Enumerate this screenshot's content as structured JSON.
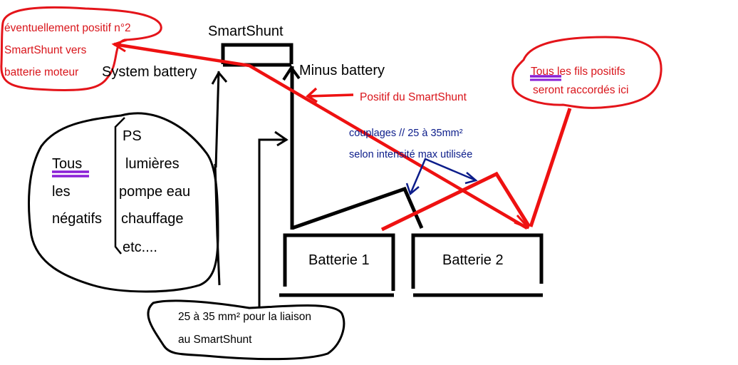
{
  "labels": {
    "smartshunt": "SmartShunt",
    "system_battery": "System battery",
    "minus_battery": "Minus battery",
    "positif_smartshunt": "Positif du SmartShunt",
    "battery1": "Batterie 1",
    "battery2": "Batterie 2"
  },
  "note_top_left": {
    "lines": [
      "éventuellement positif n°2",
      "SmartShunt vers",
      "batterie moteur"
    ]
  },
  "note_top_right": {
    "underlined": "Tous",
    "line1_rest": " les fils positifs",
    "line2": "seront raccordés ici"
  },
  "note_coupling": {
    "line1": "couplages // 25 à 35mm²",
    "line2": "selon intensité max utilisée"
  },
  "note_negatives": {
    "left_lines": [
      "Tous",
      "les",
      "négatifs"
    ],
    "items": [
      "PS",
      "lumières",
      "pompe eau",
      "chauffage",
      "etc...."
    ]
  },
  "note_bottom": {
    "line1": "25 à 35 mm² pour la liaison",
    "line2": "au SmartShunt"
  },
  "colors": {
    "wire_negative": "#000000",
    "wire_positive": "#ee1111",
    "annotation_blue": "#0b1c8a",
    "highlight_purple": "#8a1fd6"
  }
}
